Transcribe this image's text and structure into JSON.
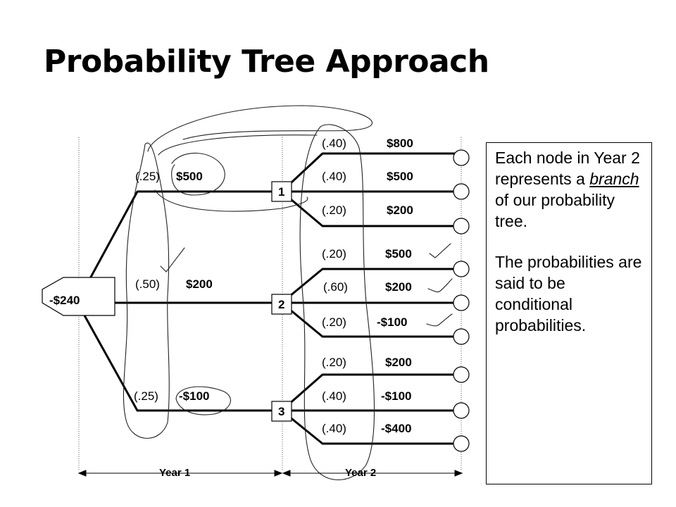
{
  "title": "Probability Tree Approach",
  "root": {
    "value": "-$240"
  },
  "year1": [
    {
      "prob": "(.25)",
      "value": "$500"
    },
    {
      "prob": "(.50)",
      "value": "$200"
    },
    {
      "prob": "(.25)",
      "value": "-$100"
    }
  ],
  "nodes": [
    {
      "label": "1",
      "branches": [
        {
          "prob": "(.40)",
          "value": "$800"
        },
        {
          "prob": "(.40)",
          "value": "$500"
        },
        {
          "prob": "(.20)",
          "value": "$200"
        }
      ]
    },
    {
      "label": "2",
      "branches": [
        {
          "prob": "(.20)",
          "value": "$500"
        },
        {
          "prob": "(.60)",
          "value": "$200"
        },
        {
          "prob": "(.20)",
          "value": "-$100"
        }
      ]
    },
    {
      "label": "3",
      "branches": [
        {
          "prob": "(.20)",
          "value": "$200"
        },
        {
          "prob": "(.40)",
          "value": "-$100"
        },
        {
          "prob": "(.40)",
          "value": "-$400"
        }
      ]
    }
  ],
  "axis": {
    "year1": "Year 1",
    "year2": "Year 2"
  },
  "explanation": {
    "p1_a": "Each node in Year 2 represents a",
    "p1_emph": "branch",
    "p1_b": "of our probability tree.",
    "p2": "The probabilities are said to be conditional probabilities."
  }
}
